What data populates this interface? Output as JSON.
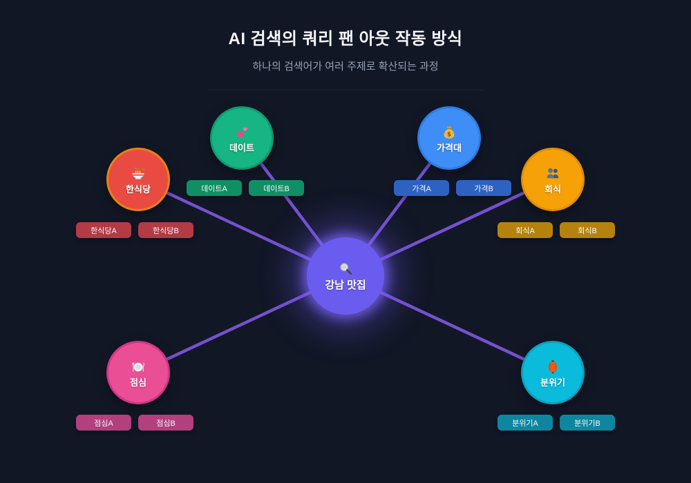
{
  "header": {
    "title": "AI 검색의 쿼리 팬 아웃 작동 방식",
    "subtitle": "하나의 검색어가 여러 주제로 확산되는 과정"
  },
  "center_node": {
    "label": "강남 맛집",
    "icon": "magnifier-icon",
    "color": "#6b5cf0",
    "glow_color": "#7c66f8"
  },
  "edge_color": "#7b55d8",
  "background_color": "#121726",
  "nodes": [
    {
      "id": "korean-restaurant",
      "label": "한식당",
      "icon": "ramen-bowl-icon",
      "color": "#e94b43",
      "border_color": "#e8830d",
      "chip_color": "#b23b46",
      "chips": [
        "한식당A",
        "한식당B"
      ]
    },
    {
      "id": "date",
      "label": "데이트",
      "icon": "two-hearts-icon",
      "color": "#16b583",
      "border_color": "#0f9c70",
      "chip_color": "#118f64",
      "chips": [
        "데이트A",
        "데이트B"
      ]
    },
    {
      "id": "price-range",
      "label": "가격대",
      "icon": "money-bag-icon",
      "color": "#3f8ef8",
      "border_color": "#2e7ce2",
      "chip_color": "#2d62c3",
      "chips": [
        "가격A",
        "가격B"
      ]
    },
    {
      "id": "company-dinner",
      "label": "회식",
      "icon": "people-icon",
      "color": "#f7a109",
      "border_color": "#e08e06",
      "chip_color": "#b5830d",
      "chips": [
        "회식A",
        "회식B"
      ]
    },
    {
      "id": "lunch",
      "label": "점심",
      "icon": "plate-cutlery-icon",
      "color": "#ea4f96",
      "border_color": "#d23584",
      "chip_color": "#b23f7e",
      "chips": [
        "점심A",
        "점심B"
      ]
    },
    {
      "id": "mood",
      "label": "분위기",
      "icon": "lantern-icon",
      "color": "#0bbbdb",
      "border_color": "#09a2c0",
      "chip_color": "#0f86a0",
      "chips": [
        "분위기A",
        "분위기B"
      ]
    }
  ]
}
